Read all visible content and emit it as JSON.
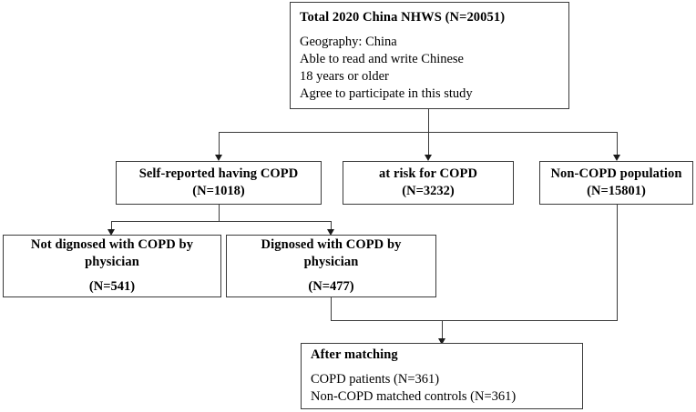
{
  "diagram": {
    "title": "COPD study participant flow diagram",
    "type": "flowchart",
    "stroke_color": "#3a3a3a",
    "background_color": "#ffffff",
    "nodes": {
      "total": {
        "heading": "Total 2020 China NHWS (N=20051)",
        "criteria": [
          "Geography: China",
          "Able to read and write Chinese",
          "18 years or older",
          "Agree to participate in this study"
        ]
      },
      "self_reported": {
        "label": "Self-reported having COPD",
        "count": "(N=1018)"
      },
      "at_risk": {
        "label": "at risk for COPD",
        "count": "(N=3232)"
      },
      "non_copd": {
        "label": "Non-COPD population",
        "count": "(N=15801)"
      },
      "not_diagnosed": {
        "label_line1": "Not dignosed with COPD by",
        "label_line2": "physician",
        "count": "(N=541)"
      },
      "diagnosed": {
        "label_line1": "Dignosed with COPD by",
        "label_line2": "physician",
        "count": "(N=477)"
      },
      "after_matching": {
        "heading": "After matching",
        "rows": [
          "COPD patients (N=361)",
          "Non-COPD matched controls (N=361)"
        ]
      }
    }
  }
}
